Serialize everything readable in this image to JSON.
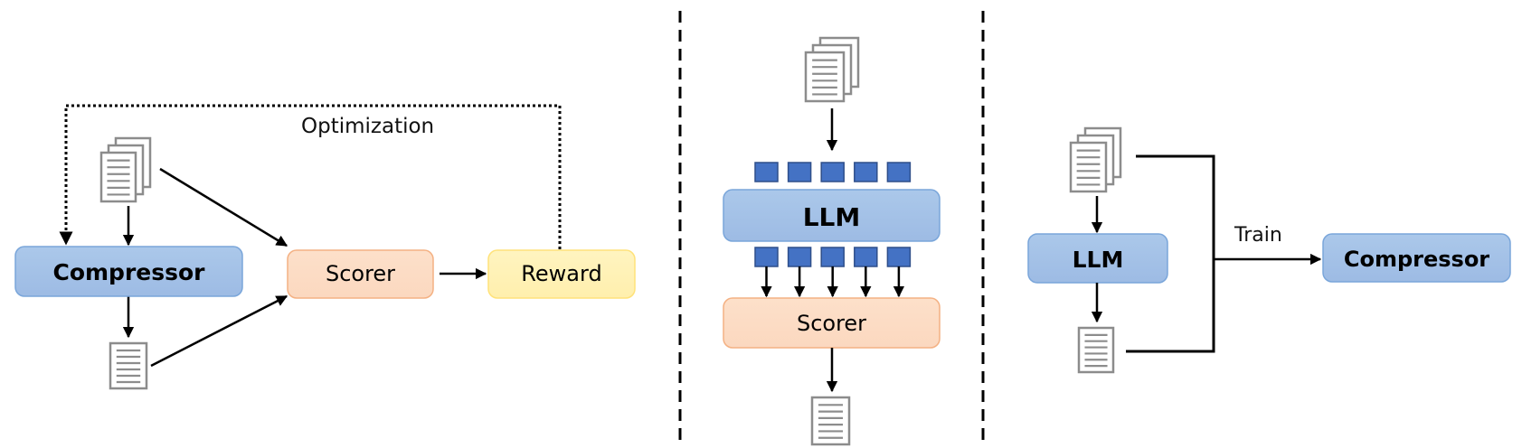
{
  "colors": {
    "model_fill": "#a6c4e8",
    "model_border": "#6f9fd8",
    "scorer_fill": "#fcdcc4",
    "scorer_border": "#f4b183",
    "reward_fill": "#fff2b8",
    "reward_border": "#ffe27a",
    "token": "#4472c4",
    "token_border": "#2f4f8a",
    "doc_stroke": "#8c8c8c"
  },
  "panels": [
    {
      "name": "rl-optimization",
      "compressor_label": "Compressor",
      "scorer_label": "Scorer",
      "reward_label": "Reward",
      "loop_label": "Optimization",
      "icons": [
        "document-stack-icon",
        "document-icon"
      ]
    },
    {
      "name": "llm-token-scoring",
      "llm_label": "LLM",
      "scorer_label": "Scorer",
      "token_count_in": 5,
      "token_count_out": 5,
      "icons": [
        "document-stack-icon",
        "document-icon"
      ]
    },
    {
      "name": "distillation-training",
      "llm_label": "LLM",
      "train_label": "Train",
      "compressor_label": "Compressor",
      "icons": [
        "document-stack-icon",
        "document-icon"
      ]
    }
  ]
}
